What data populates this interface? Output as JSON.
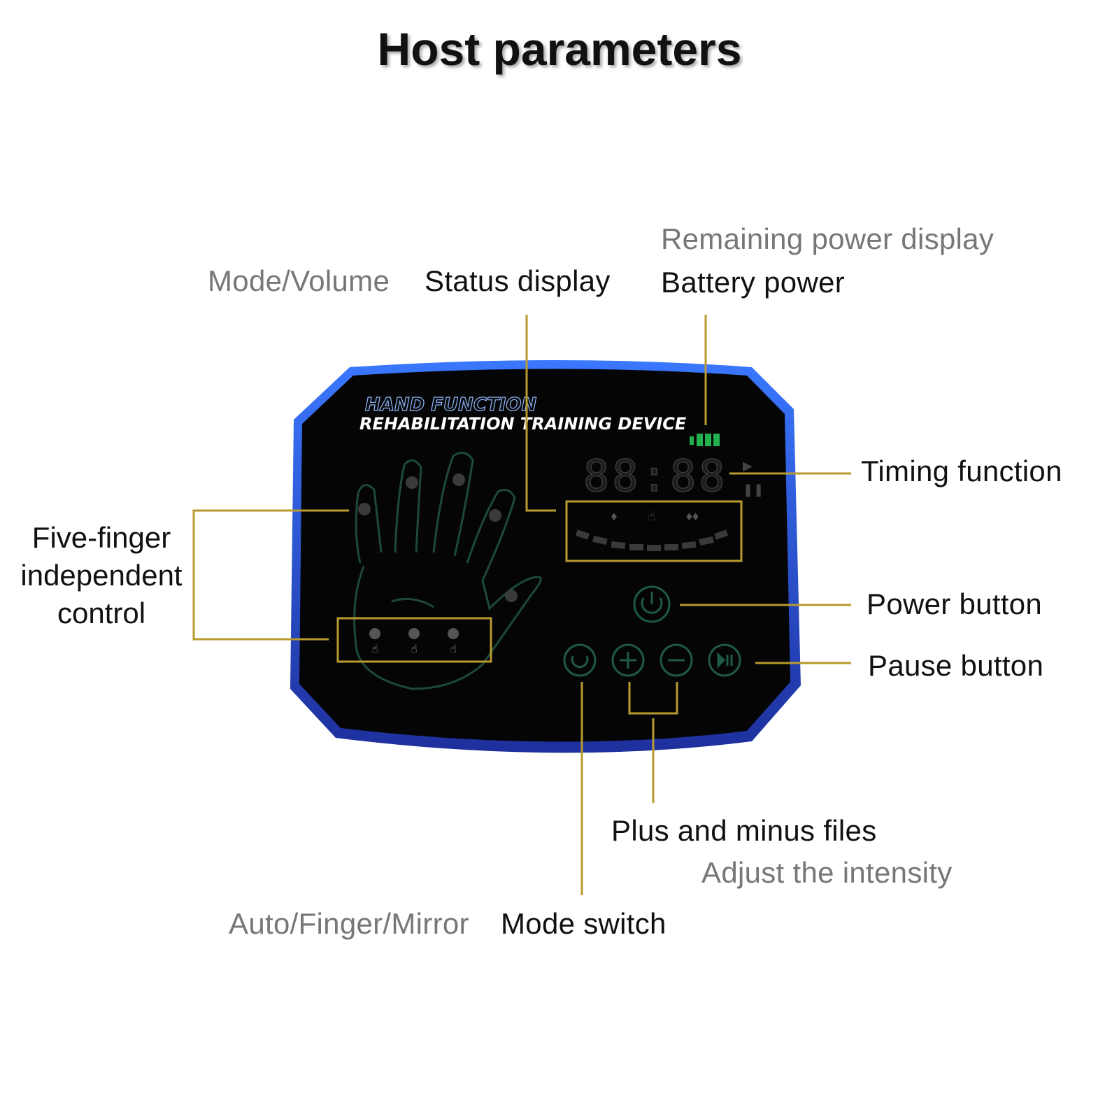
{
  "title": "Host parameters",
  "device": {
    "brand_line1": "HAND FUNCTION",
    "brand_line2": "REHABILITATION TRAINING DEVICE",
    "timer_display": "88:88",
    "battery_level": 1.0
  },
  "labels": {
    "mode_volume": "Mode/Volume",
    "status_display": "Status display",
    "remaining_power": "Remaining power display",
    "battery_power": "Battery power",
    "timing_function": "Timing function",
    "five_finger_line1": "Five-finger",
    "five_finger_line2": "independent",
    "five_finger_line3": "control",
    "power_button": "Power button",
    "pause_button": "Pause button",
    "plus_minus": "Plus and minus files",
    "adjust_intensity": "Adjust the intensity",
    "auto_finger_mirror": "Auto/Finger/Mirror",
    "mode_switch": "Mode switch"
  },
  "colors": {
    "leader_line": "#b89a2e",
    "device_body": "#050505",
    "device_rim": "#1f4fd8",
    "button_green": "#1f5a44",
    "battery_green": "#22b14c"
  },
  "icons": [
    "hand-outline-icon",
    "power-icon",
    "mode-cycle-icon",
    "plus-icon",
    "minus-icon",
    "play-pause-icon",
    "battery-icon",
    "play-icon",
    "pause-icon"
  ]
}
